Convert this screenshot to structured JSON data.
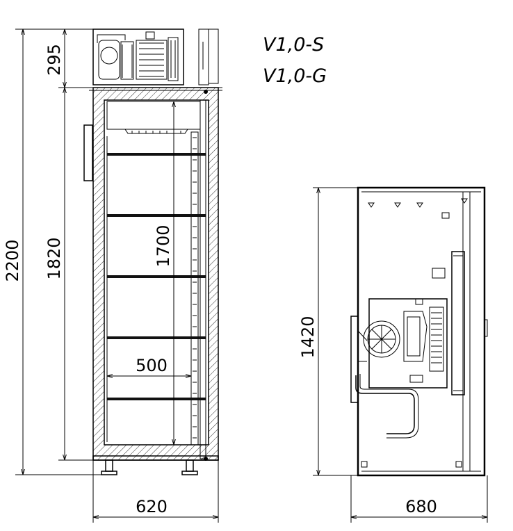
{
  "models": [
    "V1,0-S",
    "V1,0-G"
  ],
  "dimensions": {
    "total_height": "2200",
    "top_unit_height": "295",
    "body_height": "1820",
    "inner_height": "1700",
    "inner_width": "500",
    "front_width": "620",
    "side_height": "1420",
    "side_depth": "680"
  }
}
